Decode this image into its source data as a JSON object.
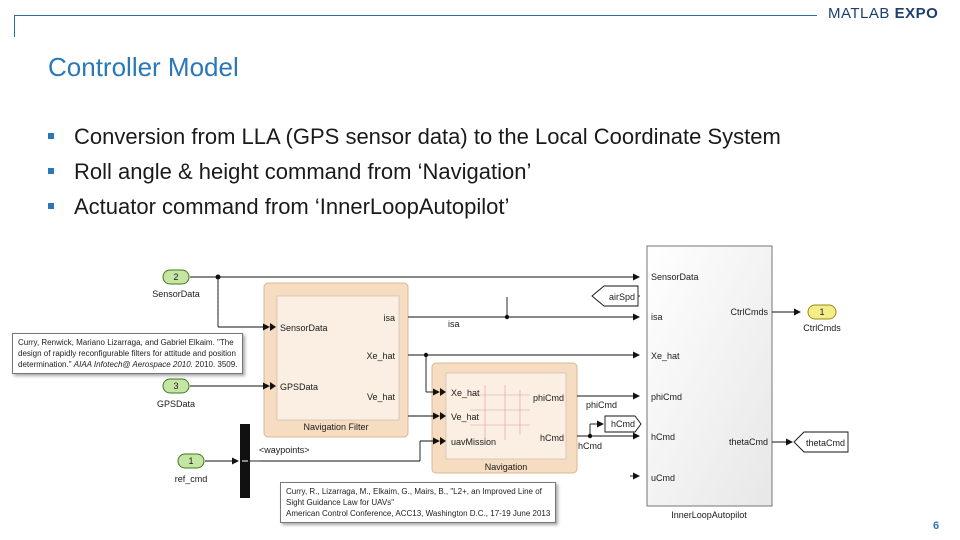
{
  "header": {
    "brand_light": "MATLAB",
    "brand_bold": "EXPO"
  },
  "slide": {
    "title": "Controller Model",
    "bullets": [
      "Conversion from LLA (GPS sensor data) to the Local Coordinate System",
      "Roll angle & height command from ‘Navigation’",
      "Actuator command from ‘InnerLoopAutopilot’"
    ],
    "page_number": "6"
  },
  "diagram": {
    "inports": [
      {
        "number": "2",
        "label": "SensorData"
      },
      {
        "number": "3",
        "label": "GPSData"
      },
      {
        "number": "1",
        "label": "ref_cmd"
      }
    ],
    "outport": {
      "number": "1",
      "label": "CtrlCmds"
    },
    "mux_label": "<waypoints>",
    "signal_labels": {
      "isa": "isa",
      "phiCmd": "phiCmd",
      "hCmd": "hCmd"
    },
    "goto_tags": {
      "airSpd": "airSpd",
      "hCmd": "hCmd",
      "thetaCmd": "thetaCmd"
    },
    "navigation_filter": {
      "name": "Navigation Filter",
      "in_ports": [
        "SensorData",
        "GPSData"
      ],
      "out_ports": [
        "isa",
        "Xe_hat",
        "Ve_hat"
      ]
    },
    "navigation": {
      "name": "Navigation",
      "in_ports": [
        "Xe_hat",
        "Ve_hat",
        "uavMission"
      ],
      "out_ports": [
        "phiCmd",
        "hCmd"
      ]
    },
    "autopilot": {
      "name": "InnerLoopAutopilot",
      "in_ports": [
        "SensorData",
        "isa",
        "Xe_hat",
        "phiCmd",
        "hCmd",
        "uCmd"
      ],
      "out_ports": [
        "CtrlCmds",
        "thetaCmd"
      ]
    }
  },
  "citations": {
    "curry2010": {
      "line1": "Curry, Renwick, Mariano Lizarraga, and Gabriel Elkaim. \"The",
      "line2": "design of rapidly reconfigurable filters for attitude and position",
      "line3_plain": "determination.\" ",
      "line3_italic": "AIAA Infotech@ Aerospace 2010.",
      "line3_tail": " 2010. 3509."
    },
    "curry2013": {
      "line1": "Curry, R., Lizarraga, M., Elkaim, G., Mairs, B., \"L2+, an Improved  Line of",
      "line2": "Sight Guidance Law for UAVs\"",
      "line3": "American Control Conference,  ACC13, Washington D.C., 17-19 June 2013"
    }
  },
  "colors": {
    "accent": "#2a78b8",
    "subsystem_fill": "#f6dcc0",
    "port_fill": "#c5e5a5",
    "port_stroke": "#3b7a1a",
    "outport_fill": "#f5ec8a",
    "outport_stroke": "#9a8a10"
  }
}
